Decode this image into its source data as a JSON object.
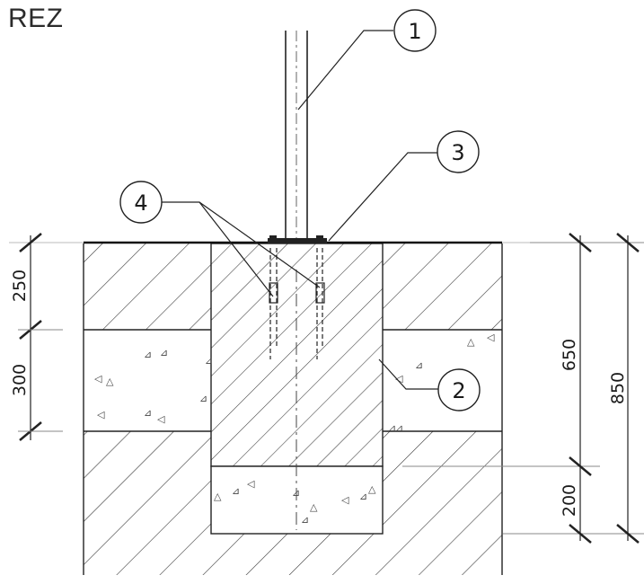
{
  "title": "REZ",
  "callouts": [
    "1",
    "2",
    "3",
    "4"
  ],
  "dimensions": {
    "left": [
      "250",
      "300"
    ],
    "right": [
      "650",
      "200",
      "850"
    ]
  }
}
